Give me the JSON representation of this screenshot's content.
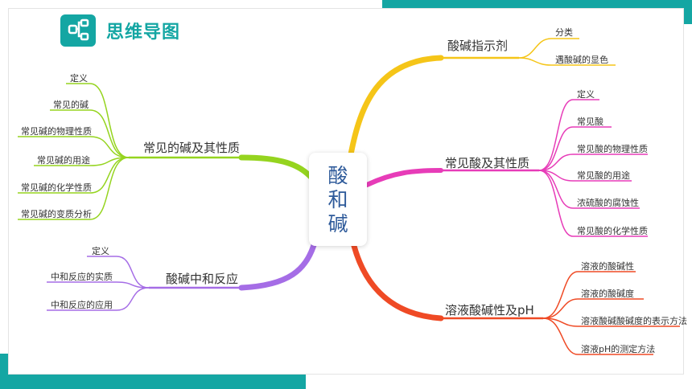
{
  "header": {
    "title": "思维导图",
    "icon": "mindmap-icon"
  },
  "center": {
    "lines": [
      "酸",
      "和",
      "碱"
    ],
    "color": "#2e5a9a"
  },
  "colors": {
    "accent": "#14a6a3",
    "branch_indicator": "#f5c518",
    "branch_acid": "#e73cb8",
    "branch_ph": "#ef4a25",
    "branch_base": "#95d41f",
    "branch_neutral": "#a56de6"
  },
  "branches": {
    "indicator": {
      "label": "酸碱指示剂",
      "children": [
        "分类",
        "遇酸碱的显色"
      ]
    },
    "acid": {
      "label": "常见酸及其性质",
      "children": [
        "定义",
        "常见酸",
        "常见酸的物理性质",
        "常见酸的用途",
        "浓硫酸的腐蚀性",
        "常见酸的化学性质"
      ]
    },
    "ph": {
      "label": "溶液酸碱性及pH",
      "children": [
        "溶液的酸碱性",
        "溶液的酸碱度",
        "溶液酸碱酸碱度的表示方法",
        "溶液pH的测定方法"
      ]
    },
    "base": {
      "label": "常见的碱及其性质",
      "children": [
        "定义",
        "常见的碱",
        "常见碱的物理性质",
        "常见碱的用途",
        "常见碱的化学性质",
        "常见碱的变质分析"
      ]
    },
    "neutral": {
      "label": "酸碱中和反应",
      "children": [
        "定义",
        "中和反应的实质",
        "中和反应的应用"
      ]
    }
  }
}
